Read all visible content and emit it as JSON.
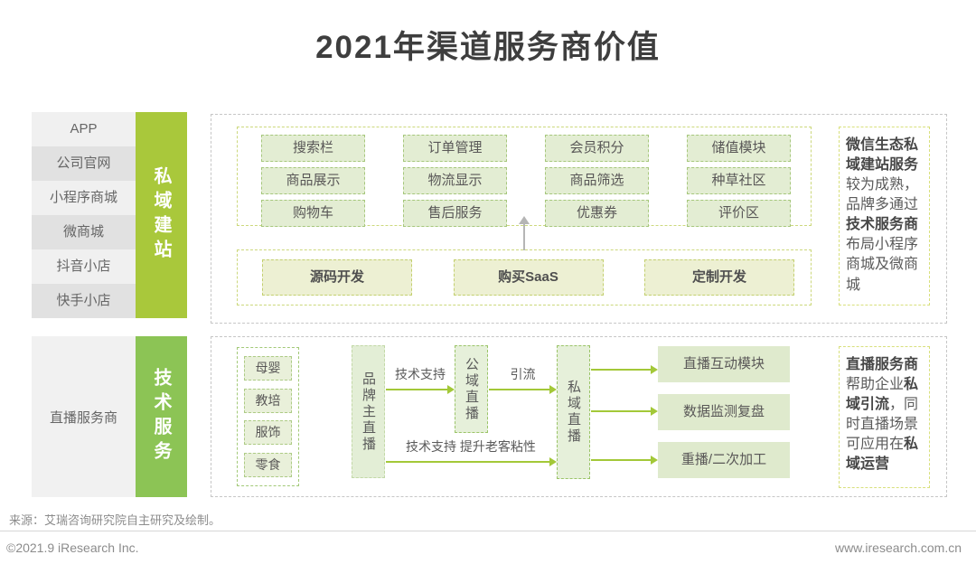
{
  "page": {
    "title": "2021年渠道服务商价值"
  },
  "colors": {
    "band_green_top": "#a9c83b",
    "band_green_bottom": "#8cc455",
    "box_green_fill": "#e3edd3",
    "mode_box_fill": "#edf0d3",
    "arrow_green": "#a3c838",
    "arrow_gray": "#b5b5b5",
    "text_dark": "#595757"
  },
  "sidebar_top": {
    "items": [
      "APP",
      "公司官网",
      "小程序商城",
      "微商城",
      "抖音小店",
      "快手小店"
    ],
    "band": "私域建站"
  },
  "sidebar_bottom": {
    "item": "直播服务商",
    "band": "技术服务"
  },
  "private_build": {
    "features": {
      "col1": [
        "搜索栏",
        "商品展示",
        "购物车"
      ],
      "col2": [
        "订单管理",
        "物流显示",
        "售后服务"
      ],
      "col3": [
        "会员积分",
        "商品筛选",
        "优惠券"
      ],
      "col4": [
        "储值模块",
        "种草社区",
        "评价区"
      ]
    },
    "modes": [
      "源码开发",
      "购买SaaS",
      "定制开发"
    ],
    "note": [
      {
        "text": "微信生态私域建站服务",
        "bold": true
      },
      {
        "text": "较为成熟，品牌多通过",
        "bold": false
      },
      {
        "text": "技术服务商",
        "bold": true
      },
      {
        "text": "布局小程序商城及微商城",
        "bold": false
      }
    ]
  },
  "tech_service": {
    "industries": [
      "母婴",
      "教培",
      "服饰",
      "零食"
    ],
    "brand": "品牌主直播",
    "label_tech_support": "技术支持",
    "public_live": "公域直播",
    "label_referral": "引流",
    "private_live": "私域直播",
    "label_tech_support_retention": "技术支持 提升老客粘性",
    "outputs": [
      "直播互动模块",
      "数据监测复盘",
      "重播/二次加工"
    ],
    "note": [
      {
        "text": "直播服务商",
        "bold": true
      },
      {
        "text": "帮助企业",
        "bold": false
      },
      {
        "text": "私域引流",
        "bold": true
      },
      {
        "text": "，同时直播场景可应用在",
        "bold": false
      },
      {
        "text": "私域运营",
        "bold": true
      }
    ]
  },
  "footer": {
    "source": "来源：艾瑞咨询研究院自主研究及绘制。",
    "copyright": "©2021.9 iResearch Inc.",
    "website": "www.iresearch.com.cn"
  }
}
